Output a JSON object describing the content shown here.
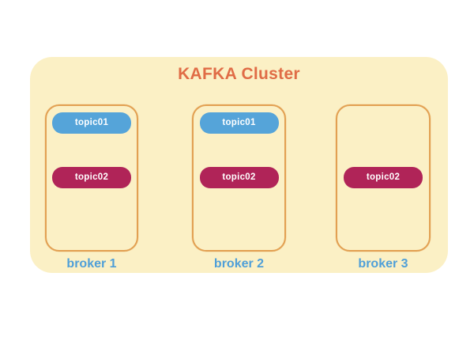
{
  "diagram": {
    "title": "KAFKA Cluster",
    "brokers": [
      {
        "label": "broker 1",
        "topics": [
          {
            "name": "topic01"
          },
          {
            "name": "topic02"
          }
        ]
      },
      {
        "label": "broker 2",
        "topics": [
          {
            "name": "topic01"
          },
          {
            "name": "topic02"
          }
        ]
      },
      {
        "label": "broker 3",
        "topics": [
          {
            "name": "topic02"
          }
        ]
      }
    ],
    "colors": {
      "cluster_background": "#FBF0C5",
      "broker_border": "#E2A052",
      "title_text": "#E06C46",
      "topic01_fill": "#55A4D9",
      "topic02_fill": "#B02458",
      "topic_text": "#FFFFFF",
      "broker_label_text": "#4F9FD8",
      "page_background": "#FFFFFF"
    }
  }
}
